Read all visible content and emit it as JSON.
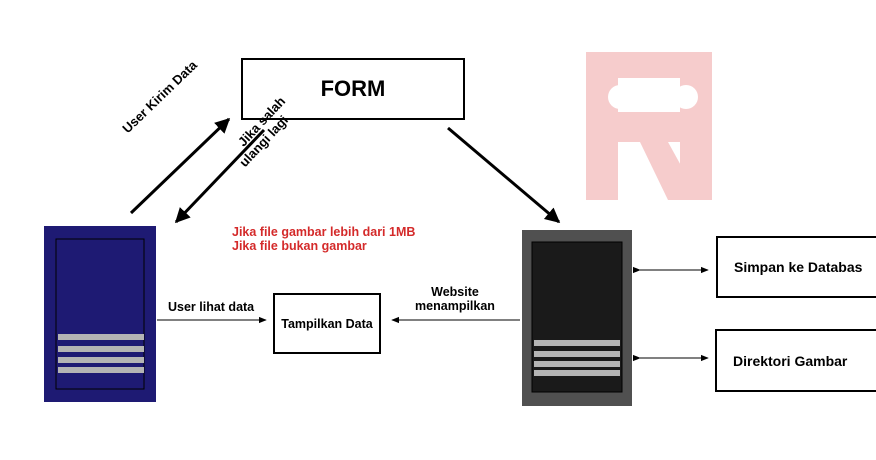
{
  "form": {
    "title": "FORM"
  },
  "display": {
    "title": "Tampilkan Data"
  },
  "storage": {
    "database": "Simpan ke Databas",
    "directory": "Direktori Gambar"
  },
  "arrows": {
    "user_send": "User Kirim Data",
    "retry_line1": "Jika salah",
    "retry_line2": "ulangi lagi",
    "user_view": "User lihat data",
    "website_line1": "Website",
    "website_line2": "menampilkan"
  },
  "errors": {
    "size": "Jika file gambar lebih dari 1MB",
    "type": "Jika file bukan gambar"
  },
  "colors": {
    "client": "#1e1a73",
    "server": "#1a1a1a",
    "error_text": "#d42a2a",
    "watermark": "#f4c7c7"
  }
}
